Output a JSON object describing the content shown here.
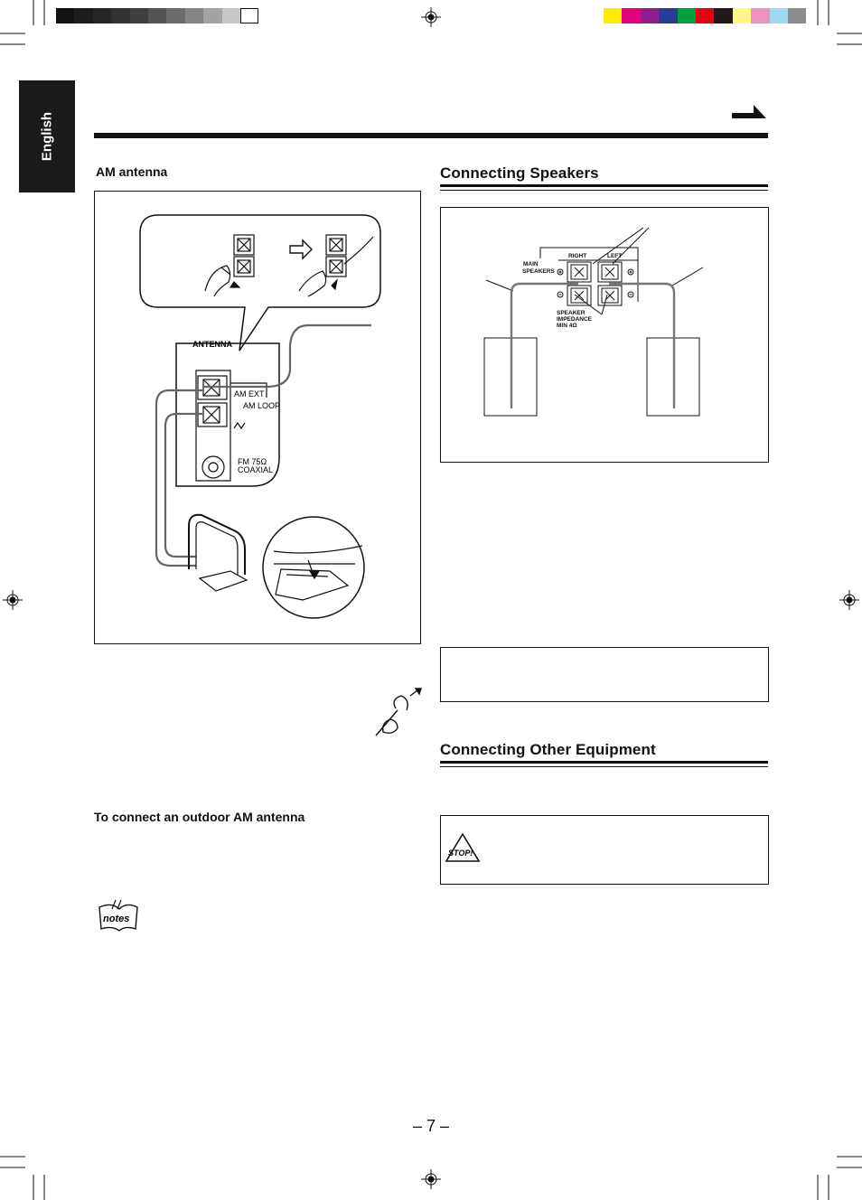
{
  "sidebar": {
    "language_tab": "English"
  },
  "color_bar": {
    "gray_steps": [
      "#111111",
      "#1c1c1c",
      "#262626",
      "#323232",
      "#3f3f3f",
      "#545454",
      "#6b6b6b",
      "#848484",
      "#a3a3a3",
      "#c8c8c8",
      "#ffffff"
    ],
    "color_steps": [
      "#ffec00",
      "#e4007f",
      "#8e1f8b",
      "#283c96",
      "#00a040",
      "#e60012",
      "#231815",
      "#fff683",
      "#f090c0",
      "#a0d8ef",
      "#8c8c8c"
    ]
  },
  "left_column": {
    "am_antenna_label": "AM antenna",
    "antenna_panel": {
      "title": "ANTENNA",
      "am_ext": "AM EXT",
      "am_loop": "AM LOOP",
      "fm_label": "FM 75Ω",
      "coaxial": "COAXIAL"
    },
    "outdoor_heading": "To connect an outdoor AM antenna",
    "notes_icon_text": "notes"
  },
  "right_column": {
    "speakers_heading": "Connecting Speakers",
    "speaker_terminal": {
      "main": "MAIN",
      "speakers": "SPEAKERS",
      "right": "RIGHT",
      "left": "LEFT",
      "impedance1": "SPEAKER",
      "impedance2": "IMPEDANCE",
      "impedance3": "MIN 4Ω"
    },
    "other_equipment_heading": "Connecting Other Equipment",
    "stop_icon_text": "STOP!"
  },
  "footer": {
    "page_number": "– 7 –"
  }
}
